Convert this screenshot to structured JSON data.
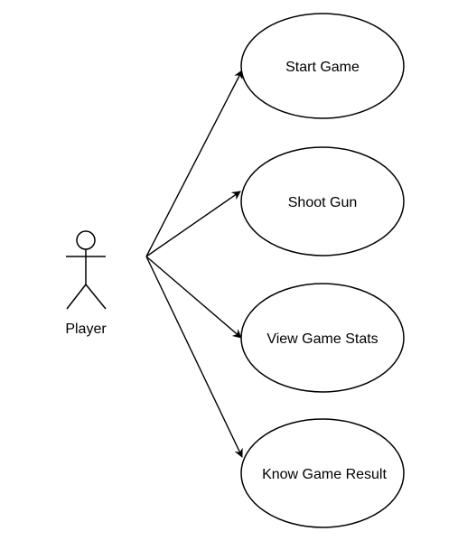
{
  "actor": {
    "label": "Player"
  },
  "use_cases": [
    {
      "label": "Start Game"
    },
    {
      "label": "Shoot Gun"
    },
    {
      "label": "View Game Stats"
    },
    {
      "label": "Know Game Result"
    }
  ],
  "colors": {
    "stroke": "#000000",
    "fill": "#ffffff",
    "background": "#ffffff"
  }
}
